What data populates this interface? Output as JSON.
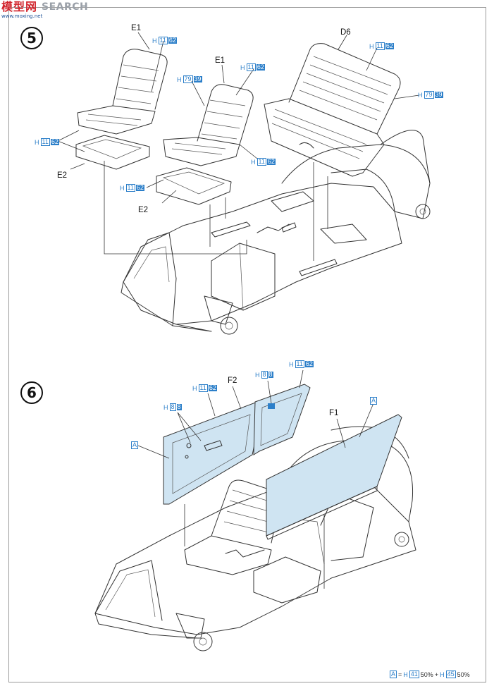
{
  "watermark": {
    "logo": "模型网",
    "url": "www.moxing.net",
    "search": "SEARCH"
  },
  "steps": [
    {
      "number": "5",
      "parts": {
        "e1_left": "E1",
        "e1_right": "E1",
        "d6": "D6",
        "e2_left": "E2",
        "e2_right": "E2"
      },
      "paints": [
        {
          "h": "H",
          "a": "11",
          "b": "62"
        },
        {
          "h": "H",
          "a": "79",
          "b": "39"
        },
        {
          "h": "H",
          "a": "11",
          "b": "62"
        },
        {
          "h": "H",
          "a": "11",
          "b": "62"
        },
        {
          "h": "H",
          "a": "79",
          "b": "39"
        },
        {
          "h": "H",
          "a": "11",
          "b": "62"
        },
        {
          "h": "H",
          "a": "11",
          "b": "62"
        },
        {
          "h": "H",
          "a": "11",
          "b": "62"
        }
      ]
    },
    {
      "number": "6",
      "parts": {
        "f2": "F2",
        "f1": "F1"
      },
      "paints": [
        {
          "h": "H",
          "a": "11",
          "b": "62"
        },
        {
          "h": "H",
          "a": "8",
          "b": "8"
        },
        {
          "h": "H",
          "a": "11",
          "b": "62"
        },
        {
          "h": "H",
          "a": "8",
          "b": "8"
        }
      ],
      "color_labels": [
        "A",
        "A"
      ]
    }
  ],
  "legend": {
    "symbol": "A",
    "eq": "=",
    "h1": "H",
    "n1": "41",
    "p1": "50%",
    "plus": "+",
    "h2": "H",
    "n2": "45",
    "p2": "50%"
  },
  "colors": {
    "paint_blue": "#2c7fc9",
    "panel_fill": "#cfe4f2",
    "logo_red": "#d2252d"
  }
}
